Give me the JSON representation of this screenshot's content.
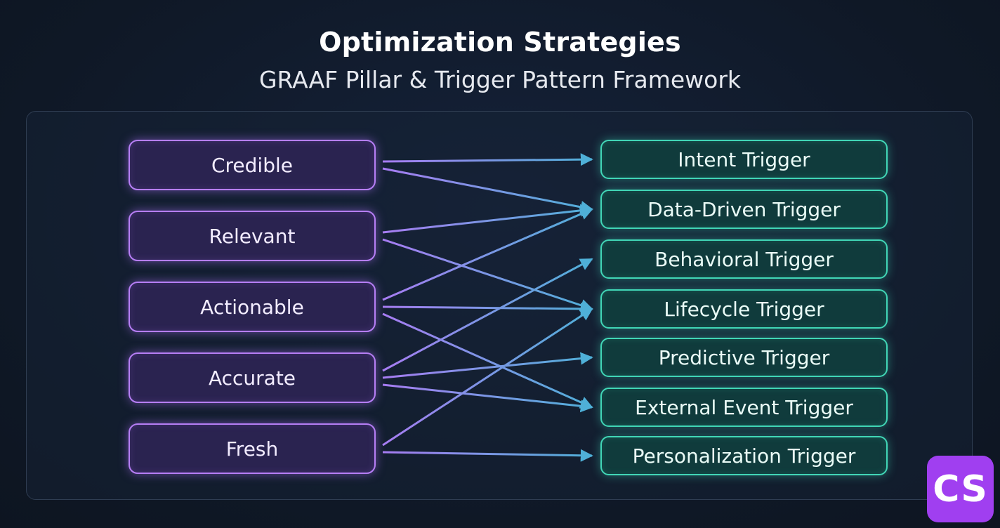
{
  "header": {
    "title": "Optimization Strategies",
    "subtitle": "GRAAF Pillar & Trigger Pattern Framework"
  },
  "pillars": [
    {
      "label": "Credible"
    },
    {
      "label": "Relevant"
    },
    {
      "label": "Actionable"
    },
    {
      "label": "Accurate"
    },
    {
      "label": "Fresh"
    }
  ],
  "triggers": [
    {
      "label": "Intent Trigger"
    },
    {
      "label": "Data-Driven Trigger"
    },
    {
      "label": "Behavioral Trigger"
    },
    {
      "label": "Lifecycle Trigger"
    },
    {
      "label": "Predictive Trigger"
    },
    {
      "label": "External Event Trigger"
    },
    {
      "label": "Personalization Trigger"
    }
  ],
  "connections": [
    {
      "from": "Credible",
      "to": "Intent Trigger"
    },
    {
      "from": "Credible",
      "to": "Data-Driven Trigger"
    },
    {
      "from": "Relevant",
      "to": "Data-Driven Trigger"
    },
    {
      "from": "Relevant",
      "to": "Lifecycle Trigger"
    },
    {
      "from": "Actionable",
      "to": "Data-Driven Trigger"
    },
    {
      "from": "Actionable",
      "to": "Lifecycle Trigger"
    },
    {
      "from": "Actionable",
      "to": "External Event Trigger"
    },
    {
      "from": "Accurate",
      "to": "Behavioral Trigger"
    },
    {
      "from": "Accurate",
      "to": "Predictive Trigger"
    },
    {
      "from": "Accurate",
      "to": "External Event Trigger"
    },
    {
      "from": "Fresh",
      "to": "Lifecycle Trigger"
    },
    {
      "from": "Fresh",
      "to": "Personalization Trigger"
    }
  ],
  "colors": {
    "pillar_border": "#b67ef5",
    "trigger_border": "#41d6b6",
    "arrow_start": "#a77cf2",
    "arrow_end": "#4fb0d8",
    "logo_background": "#a03ff0"
  },
  "logo": {
    "text": "CS"
  }
}
